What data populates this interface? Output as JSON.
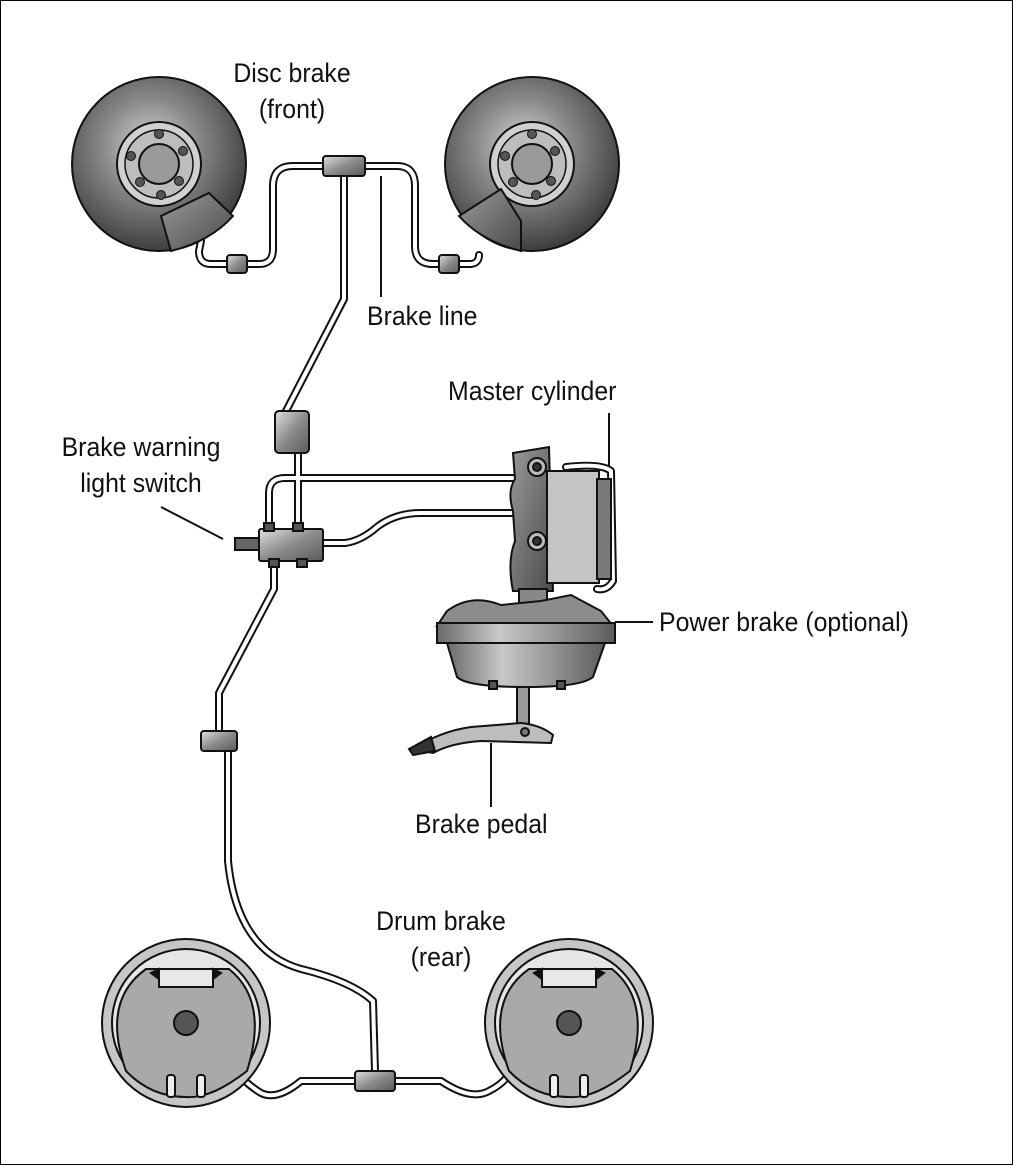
{
  "labels": {
    "disc_brake": [
      "Disc brake",
      "(front)"
    ],
    "brake_line": "Brake line",
    "master_cylinder": "Master cylinder",
    "brake_warning_switch": [
      "Brake warning",
      "light switch"
    ],
    "power_brake": "Power brake (optional)",
    "brake_pedal": "Brake pedal",
    "drum_brake": [
      "Drum brake",
      "(rear)"
    ]
  },
  "colors": {
    "line": "#111111",
    "disc_dark": "#555555",
    "disc_light": "#b5b5b5",
    "metal": "#9a9a9a",
    "drum_outer": "#c8c8c8",
    "drum_inner": "#a8a8a8"
  }
}
